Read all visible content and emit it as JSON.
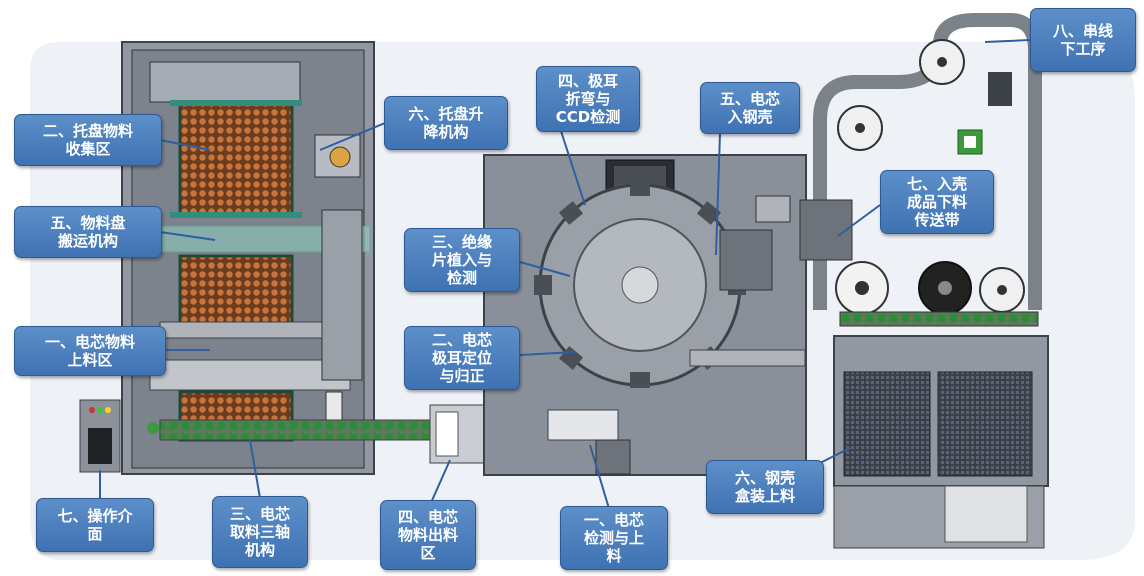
{
  "colors": {
    "callout_fill": "#4a7fc1",
    "callout_border": "#2d5a95",
    "callout_text": "#ffffff",
    "frame_gray": "#8d929a",
    "tray_orange": "#b5622c",
    "accent_green": "#3c9a3c"
  },
  "callouts": {
    "c01": "二、托盘物料\n收集区",
    "c02": "五、物料盘\n搬运机构",
    "c03": "一、电芯物料\n上料区",
    "c04": "七、操作介\n面",
    "c05": "三、电芯\n取料三轴\n机构",
    "c06": "六、托盘升\n降机构",
    "c07": "四、电芯\n物料出料\n区",
    "c08": "四、极耳\n折弯与\nCCD检测",
    "c09": "三、绝缘\n片植入与\n检测",
    "c10": "二、电芯\n极耳定位\n与归正",
    "c11": "一、电芯\n检测与上\n料",
    "c12": "五、电芯\n入钢壳",
    "c13": "七、入壳\n成品下料\n传送带",
    "c14": "八、串线\n下工序",
    "c15": "六、钢壳\n盒装上料"
  }
}
